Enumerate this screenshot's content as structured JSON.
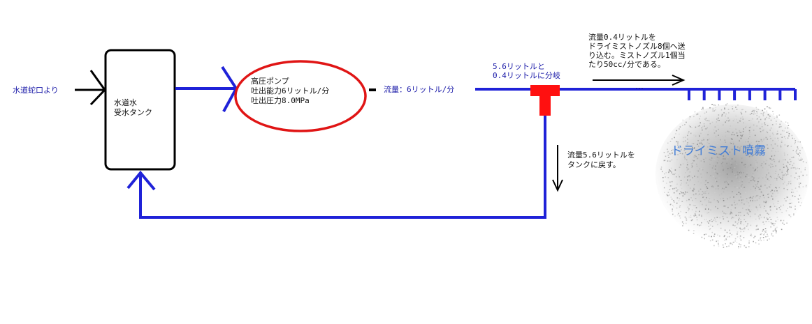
{
  "colors": {
    "pipe": "#1f22d8",
    "pump_outline": "#e01515",
    "tee": "#ff1010",
    "text_blue": "#1a1aa8",
    "text_black": "#111111",
    "arrow_black": "#000000",
    "mist": "#bdbdbd",
    "mist_text": "#3f7bd6"
  },
  "labels": {
    "source": "水道蛇口より",
    "tank": [
      "水道水",
      "受水タンク"
    ],
    "pump": [
      "高圧ポンプ",
      "吐出能力6リットル/分",
      "吐出圧力8.0MPa"
    ],
    "flow_main": "流量：6リットル/分",
    "split": [
      "5.6リットルと",
      "0.4リットルに分岐"
    ],
    "nozzle_note": [
      "流量0.4リットルを",
      "ドライミストノズル8個へ送",
      "り込む。ミストノズル1個当",
      "たり50cc/分である。"
    ],
    "return_note": [
      "流量5.6リットルを",
      "タンクに戻す。"
    ],
    "mist_title": "ドライミスト噴霧"
  },
  "nozzles": {
    "count": 8
  }
}
